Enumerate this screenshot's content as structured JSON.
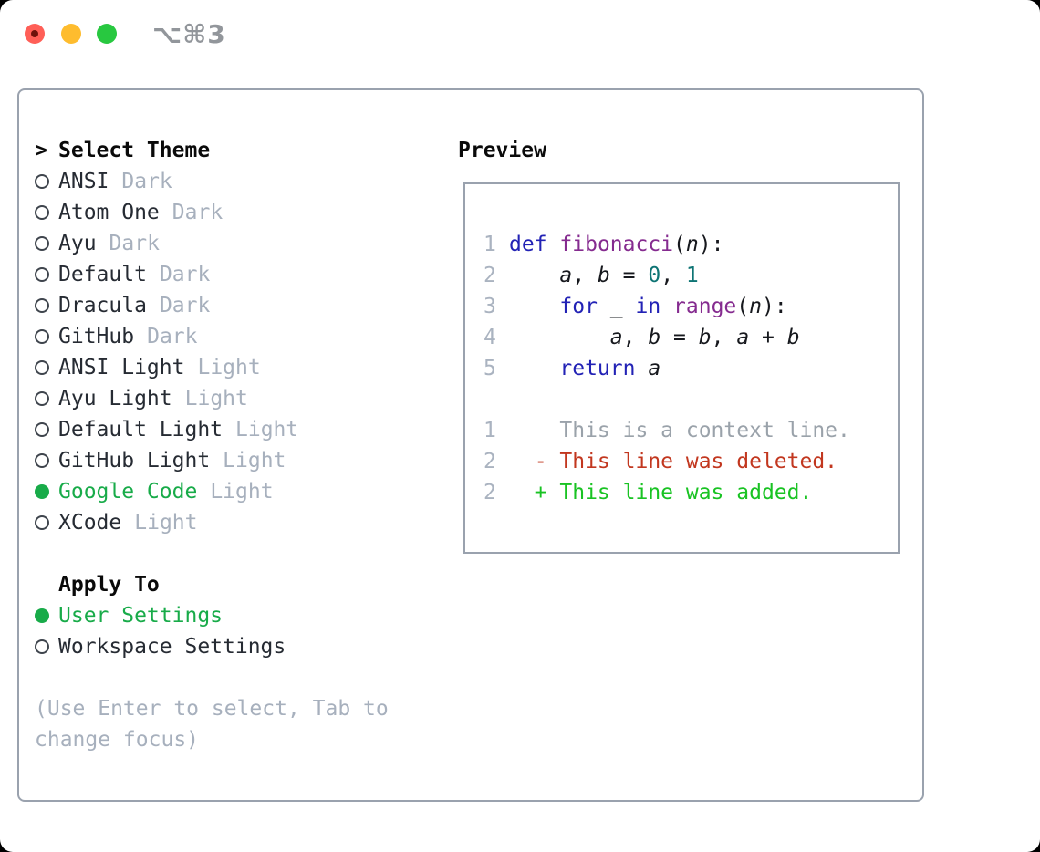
{
  "window": {
    "shortcut": "⌥⌘3",
    "traffic_lights": [
      "close",
      "minimize",
      "zoom"
    ]
  },
  "colors": {
    "border": "#9aa2ae",
    "muted_gray": "#a7b0bd",
    "selected_green": "#18ab49",
    "line_number_gray": "#aab3c0",
    "keyword_blue": "#2222b5",
    "function_purple": "#852b8f",
    "number_teal": "#0e7474",
    "plain_text": "#16181d",
    "context_gray": "#9aa2aa",
    "deleted_red": "#c2371f",
    "added_green": "#19c323",
    "traffic_red": "#ff5f57",
    "traffic_yellow": "#febc2e",
    "traffic_green": "#28c840"
  },
  "theme_picker": {
    "prompt": ">",
    "title": "Select Theme",
    "themes": [
      {
        "name": "ANSI",
        "variant": "Dark",
        "selected": false
      },
      {
        "name": "Atom One",
        "variant": "Dark",
        "selected": false
      },
      {
        "name": "Ayu",
        "variant": "Dark",
        "selected": false
      },
      {
        "name": "Default",
        "variant": "Dark",
        "selected": false
      },
      {
        "name": "Dracula",
        "variant": "Dark",
        "selected": false
      },
      {
        "name": "GitHub",
        "variant": "Dark",
        "selected": false
      },
      {
        "name": "ANSI Light",
        "variant": "Light",
        "selected": false
      },
      {
        "name": "Ayu Light",
        "variant": "Light",
        "selected": false
      },
      {
        "name": "Default Light",
        "variant": "Light",
        "selected": false
      },
      {
        "name": "GitHub Light",
        "variant": "Light",
        "selected": false
      },
      {
        "name": "Google Code",
        "variant": "Light",
        "selected": true
      },
      {
        "name": "XCode",
        "variant": "Light",
        "selected": false
      }
    ],
    "apply_to": {
      "title": "Apply To",
      "options": [
        {
          "label": "User Settings",
          "selected": true
        },
        {
          "label": "Workspace Settings",
          "selected": false
        }
      ]
    },
    "hint_lines": [
      "(Use Enter to select, Tab to",
      "change focus)"
    ]
  },
  "preview": {
    "title": "Preview",
    "code_lines": [
      {
        "number": "1",
        "tokens": [
          {
            "t": "def",
            "c": "kw"
          },
          {
            "t": " ",
            "c": "pl"
          },
          {
            "t": "fibonacci",
            "c": "fn"
          },
          {
            "t": "(",
            "c": "pl"
          },
          {
            "t": "n",
            "c": "var"
          },
          {
            "t": "):",
            "c": "pl"
          }
        ]
      },
      {
        "number": "2",
        "tokens": [
          {
            "t": "    ",
            "c": "pl"
          },
          {
            "t": "a",
            "c": "var"
          },
          {
            "t": ", ",
            "c": "pl"
          },
          {
            "t": "b",
            "c": "var"
          },
          {
            "t": " = ",
            "c": "pl"
          },
          {
            "t": "0",
            "c": "num"
          },
          {
            "t": ", ",
            "c": "pl"
          },
          {
            "t": "1",
            "c": "num"
          }
        ]
      },
      {
        "number": "3",
        "tokens": [
          {
            "t": "    ",
            "c": "pl"
          },
          {
            "t": "for",
            "c": "kw"
          },
          {
            "t": " _ ",
            "c": "pl"
          },
          {
            "t": "in",
            "c": "kw"
          },
          {
            "t": " ",
            "c": "pl"
          },
          {
            "t": "range",
            "c": "fn"
          },
          {
            "t": "(",
            "c": "pl"
          },
          {
            "t": "n",
            "c": "var"
          },
          {
            "t": "):",
            "c": "pl"
          }
        ]
      },
      {
        "number": "4",
        "tokens": [
          {
            "t": "        ",
            "c": "pl"
          },
          {
            "t": "a",
            "c": "var"
          },
          {
            "t": ", ",
            "c": "pl"
          },
          {
            "t": "b",
            "c": "var"
          },
          {
            "t": " = ",
            "c": "pl"
          },
          {
            "t": "b",
            "c": "var"
          },
          {
            "t": ", ",
            "c": "pl"
          },
          {
            "t": "a",
            "c": "var"
          },
          {
            "t": " + ",
            "c": "pl"
          },
          {
            "t": "b",
            "c": "var"
          }
        ]
      },
      {
        "number": "5",
        "tokens": [
          {
            "t": "    ",
            "c": "pl"
          },
          {
            "t": "return",
            "c": "kw"
          },
          {
            "t": " ",
            "c": "pl"
          },
          {
            "t": "a",
            "c": "var"
          }
        ]
      }
    ],
    "diff_lines": [
      {
        "number": "1",
        "marker": "",
        "text": "This is a context line.",
        "kind": "context"
      },
      {
        "number": "2",
        "marker": "-",
        "text": "This line was deleted.",
        "kind": "deleted"
      },
      {
        "number": "2",
        "marker": "+",
        "text": "This line was added.",
        "kind": "added"
      }
    ]
  }
}
